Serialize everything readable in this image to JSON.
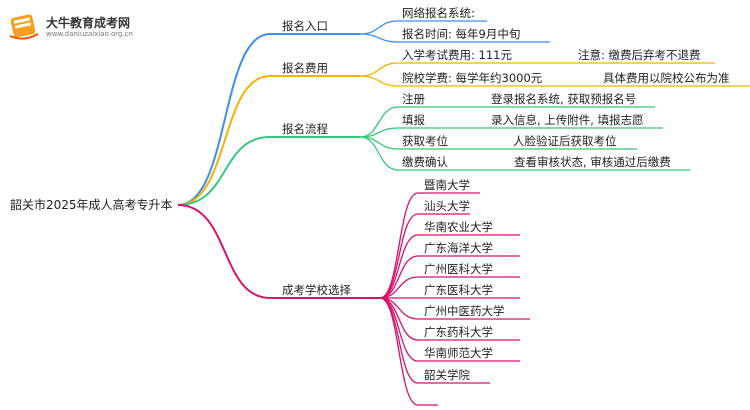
{
  "watermark": {
    "title": "大牛教育成考网",
    "url": "www.daniuzaixiao.org.cn"
  },
  "colors": {
    "branch_entry": "#3f8fe8",
    "branch_fee": "#f0b400",
    "branch_process": "#36c77b",
    "branch_school": "#d6136e"
  },
  "root": "韶关市2025年成人高考专升本",
  "branches": {
    "entry": {
      "label": "报名入口",
      "items": [
        "网络报名系统:",
        "报名时间: 每年9月中旬"
      ]
    },
    "fee": {
      "label": "报名费用",
      "items": [
        {
          "text": "入学考试费用: 111元",
          "note": "注意: 缴费后弃考不退费"
        },
        {
          "text": "院校学费: 每学年约3000元",
          "note": "具体费用以院校公布为准"
        }
      ]
    },
    "process": {
      "label": "报名流程",
      "items": [
        {
          "text": "注册",
          "note": "登录报名系统, 获取预报名号"
        },
        {
          "text": "填报",
          "note": "录入信息, 上传附件, 填报志愿"
        },
        {
          "text": "获取考位",
          "note": "人脸验证后获取考位"
        },
        {
          "text": "缴费确认",
          "note": "查看审核状态, 审核通过后缴费"
        }
      ]
    },
    "school": {
      "label": "成考学校选择",
      "items": [
        "暨南大学",
        "汕头大学",
        "华南农业大学",
        "广东海洋大学",
        "广州医科大学",
        "广东医科大学",
        "广州中医药大学",
        "广东药科大学",
        "华南师范大学",
        "韶关学院",
        ""
      ]
    }
  }
}
